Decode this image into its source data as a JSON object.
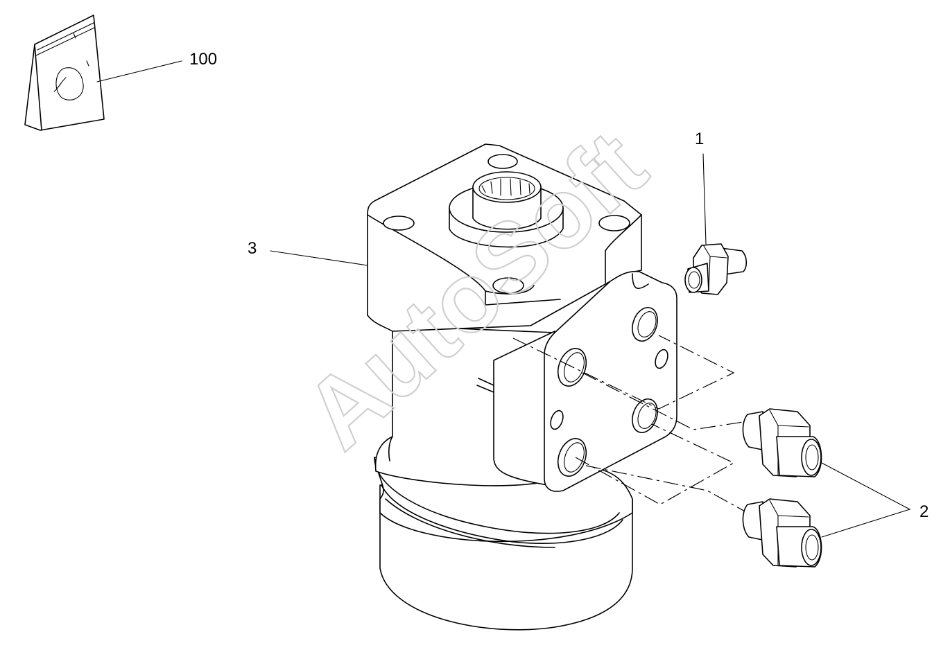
{
  "callouts": {
    "kit": "100",
    "fitting_single": "1",
    "fittings_pair": "2",
    "steering_unit": "3"
  },
  "watermark": "AutoSoft",
  "colors": {
    "line": "#000000",
    "background": "#ffffff",
    "watermark": "#cfcfcf"
  }
}
